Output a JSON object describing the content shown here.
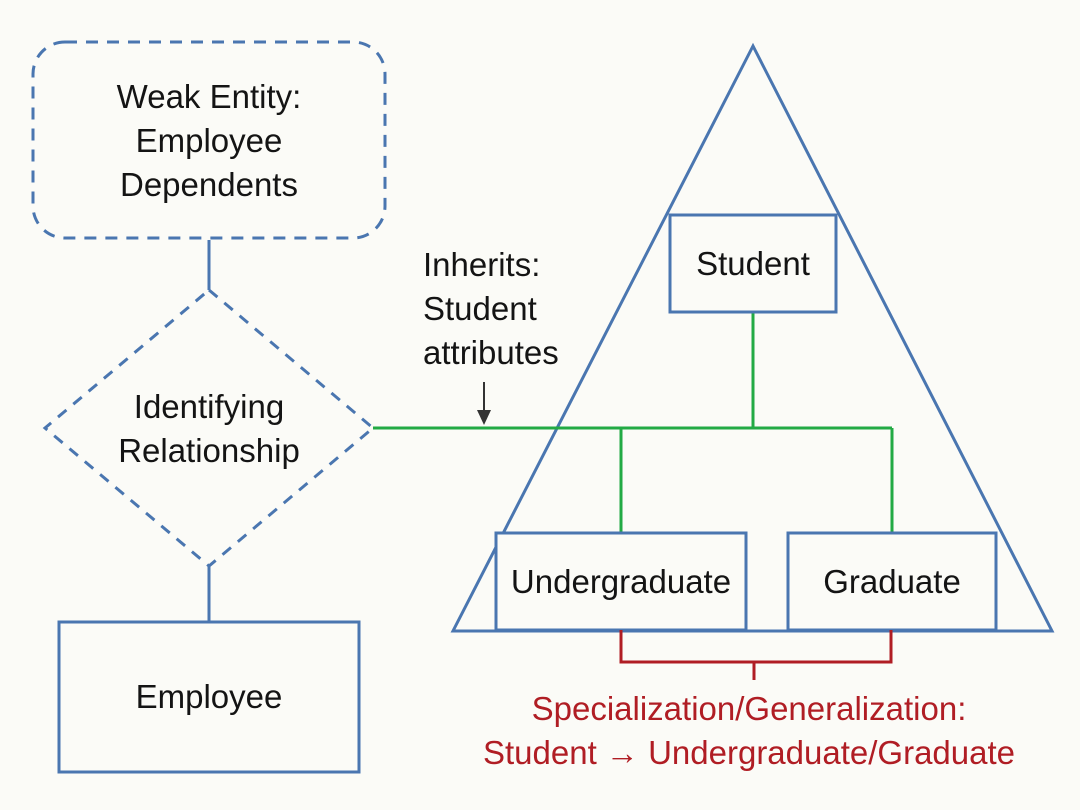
{
  "colors": {
    "background": "#fbfbf7",
    "entity_stroke": "#4a76b0",
    "dashed_stroke": "#4a76b0",
    "inheritance_line": "#22aa44",
    "specialization": "#b01d24",
    "arrow": "#333333",
    "text": "#141414"
  },
  "weak_entity": {
    "line1": "Weak Entity:",
    "line2": "Employee",
    "line3": "Dependents"
  },
  "identifying_relationship": {
    "line1": "Identifying",
    "line2": "Relationship"
  },
  "employee": {
    "label": "Employee"
  },
  "inherits_note": {
    "line1": "Inherits:",
    "line2": "Student",
    "line3": "attributes"
  },
  "student": {
    "label": "Student"
  },
  "undergraduate": {
    "label": "Undergraduate"
  },
  "graduate": {
    "label": "Graduate"
  },
  "specialization_note": {
    "line1": "Specialization/Generalization:",
    "line2": "Student → Undergraduate/Graduate"
  }
}
